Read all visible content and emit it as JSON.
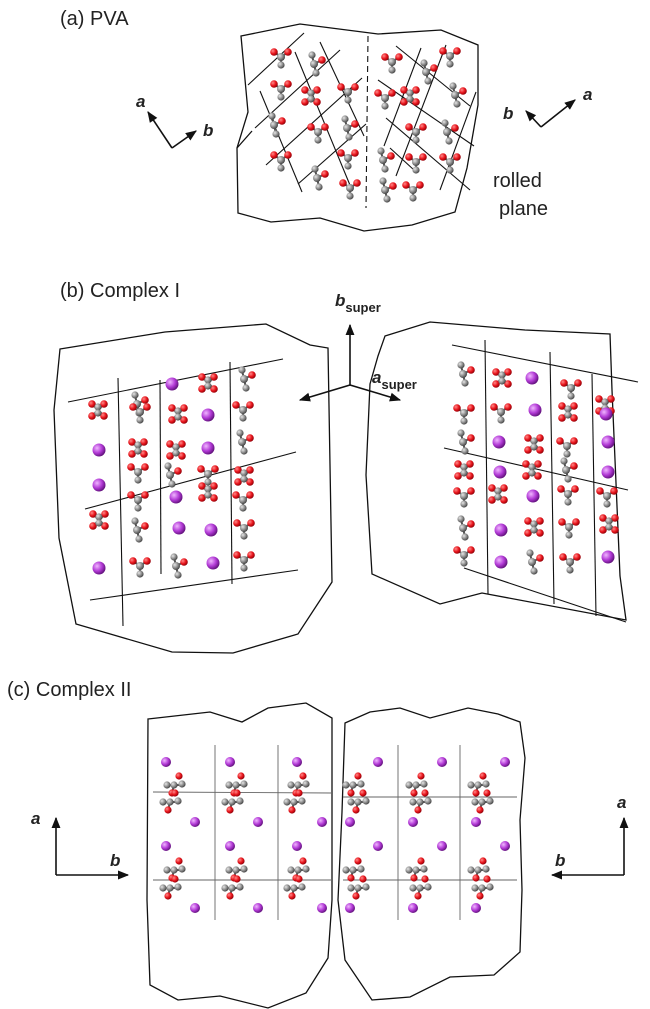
{
  "panels": {
    "a": {
      "title": "(a) PVA",
      "axis_left": {
        "a": "a",
        "b": "b"
      },
      "axis_right": {
        "a": "a",
        "b": "b"
      },
      "note_line1": "rolled",
      "note_line2": "plane"
    },
    "b": {
      "title": "(b) Complex I",
      "axis_b": "b",
      "axis_b_sub": "super",
      "axis_a": "a",
      "axis_a_sub": "super"
    },
    "c": {
      "title": "(c) Complex II",
      "axis_left": {
        "a": "a",
        "b": "b"
      },
      "axis_right": {
        "a": "a",
        "b": "b"
      }
    }
  },
  "colors": {
    "oxygen": "#e8141b",
    "carbon": "#8c8c8c",
    "iodine": "#b23ad6",
    "line": "#111111"
  }
}
